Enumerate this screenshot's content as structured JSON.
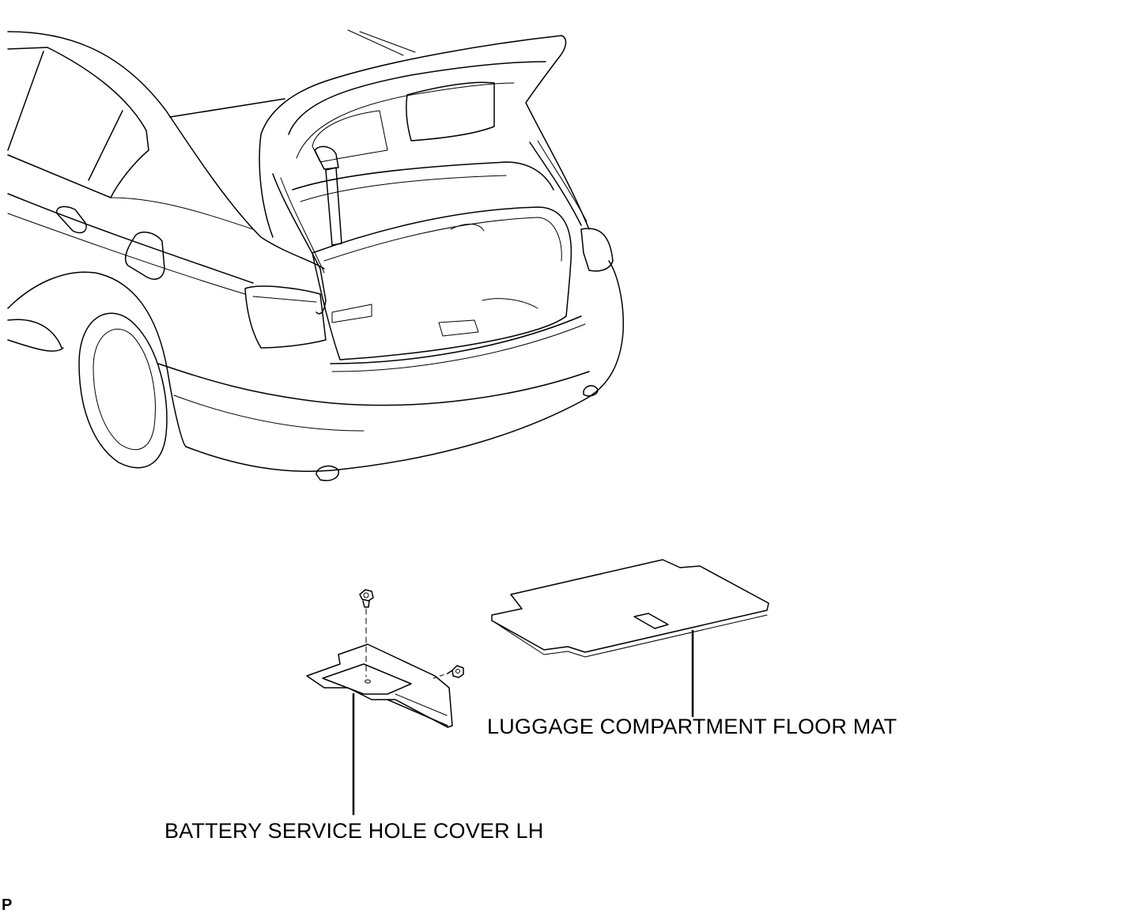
{
  "labels": {
    "floor_mat": "LUGGAGE COMPARTMENT FLOOR MAT",
    "battery_cover": "BATTERY SERVICE HOLE COVER LH"
  },
  "figure_code": "P",
  "colors": {
    "line": "#000000",
    "background": "#ffffff"
  }
}
